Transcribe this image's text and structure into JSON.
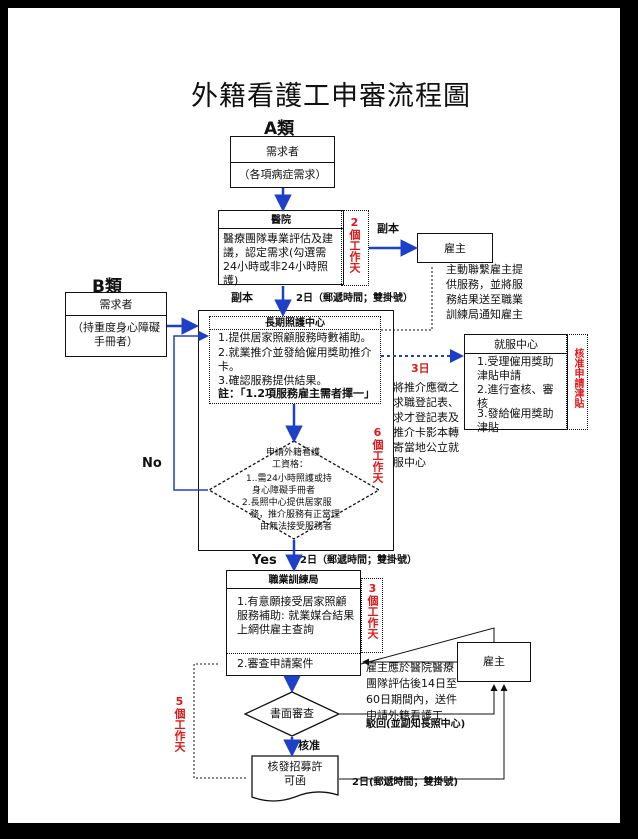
{
  "title": "外籍看護工申審流程圖",
  "section_a": "A類",
  "section_b": "B類",
  "demander_a": {
    "title": "需求者",
    "subtitle": "（各項病症需求）"
  },
  "demander_b": {
    "title": "需求者",
    "subtitle": "（持重度身心障礙手冊者）"
  },
  "hospital": {
    "title": "醫院",
    "body": "醫療團隊專業評估及建議，認定需求(勾選需24小時或非24小時照護)"
  },
  "hospital_days": "2個工作天",
  "employer_top": "雇主",
  "copy_label_1": "副本",
  "copy_label_2": "副本",
  "employer_note": "主動聯繫雇主提供服務，並將服務結果送至職業訓練局通知雇主",
  "days_2_top": "2日（郵遞時間；雙掛號）",
  "care_center": {
    "title": "長期照護中心",
    "item1": "1.提供居家照顧服務時數補助。",
    "item2": "2.就業推介並發給僱用獎助推介卡。",
    "item3": "3.確認服務提供結果。",
    "note": "註：「1.2項服務雇主需者擇一」"
  },
  "employment_center": {
    "title": "就服中心",
    "item1": "1.受理僱用獎助津貼申請",
    "item2": "2.進行查核、審核",
    "item3": "3.發給僱用獎助津貼"
  },
  "subsidy_label": "核准申請津貼",
  "days_3_mid": "3日",
  "referral_note": "將推介應徵之求職登記表、求才登記表及推介卡影本轉寄當地公立就服中心",
  "days_6": "6個工作天",
  "decision": {
    "text": "申請外籍看護工資格：1..需24小時照護或持身心障礙手冊者 2.長照中心提供居家服務，推介服務有正當理由無法接受服務者",
    "line1": "申請外籍看護",
    "line2": "工資格：",
    "line3": "1..需24小時照護或持",
    "line4": "身心障礙手冊者",
    "line5": "2.長照中心提供居家服",
    "line6": "務，推介服務有正當理",
    "line7": "由無法接受服務者"
  },
  "no_label": "No",
  "yes_label": "Yes",
  "days_2_mid": "2日（郵遞時間；雙掛號）",
  "evta": {
    "title": "職業訓練局",
    "item1": "1.有意願接受居家照顧服務補助: 就業媒合結果上網供雇主查詢",
    "item2": "2.審查申請案件"
  },
  "days_3_evta": "3個工作天",
  "employer_bottom": "雇主",
  "employer_bottom_note": "雇主應於醫院醫療團隊評估後14日至60日期間內，送件申請外籍看護工",
  "written_review": "書面審查",
  "rejected": "駁回(並副知長照中心)",
  "days_5": "5個工作天",
  "approved": "核准",
  "permit": "核發招募許可函",
  "days_2_bottom": "2日(郵遞時間；雙掛號)",
  "colors": {
    "arrow": "#1e40c8",
    "red": "#e01818"
  }
}
